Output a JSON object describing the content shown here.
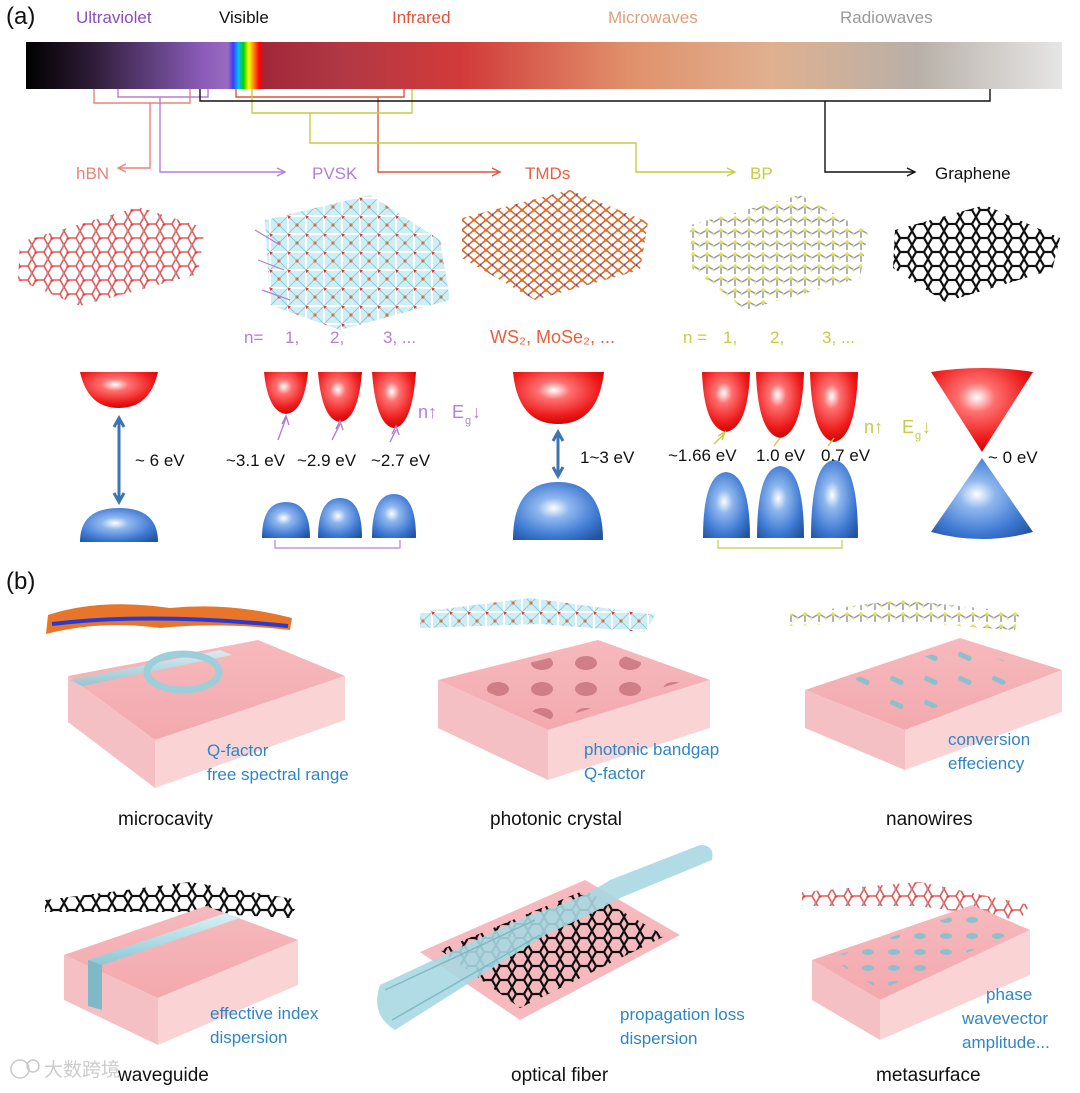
{
  "panel_a": {
    "label": "(a)",
    "spectrum": {
      "ultraviolet": "Ultraviolet",
      "visible": "Visible",
      "infrared": "Infrared",
      "microwaves": "Microwaves",
      "radiowaves": "Radiowaves"
    },
    "materials": {
      "hbn": "hBN",
      "pvsk": "PVSK",
      "tmds": "TMDs",
      "bp": "BP",
      "graphene": "Graphene"
    },
    "pvsk_n": [
      "n=",
      "1,",
      "2,",
      "3, ..."
    ],
    "tmd_examples": "WS₂, MoSe₂, ...",
    "bp_n": [
      "n =",
      "1,",
      "2,",
      "3, ..."
    ],
    "bandgaps": {
      "hbn": "~ 6 eV",
      "pvsk": [
        "~3.1 eV",
        "~2.9 eV",
        "~2.7 eV"
      ],
      "tmds": "1~3 eV",
      "bp": [
        "~1.66 eV",
        "1.0 eV",
        "0.7 eV"
      ],
      "graphene": "~ 0 eV"
    },
    "trend_pvsk": {
      "n": "n↑",
      "e": "E",
      "sub": "g",
      "arrow": "↓"
    },
    "trend_bp": {
      "n": "n↑",
      "e": "E",
      "sub": "g",
      "arrow": "↓"
    }
  },
  "panel_b": {
    "label": "(b)",
    "devices": [
      {
        "name": "microcavity",
        "metrics": [
          "Q-factor",
          "free spectral range"
        ]
      },
      {
        "name": "photonic crystal",
        "metrics": [
          "photonic bandgap",
          "Q-factor"
        ]
      },
      {
        "name": "nanowires",
        "metrics": [
          "conversion",
          "effeciency"
        ]
      },
      {
        "name": "waveguide",
        "metrics": [
          "effective index",
          "dispersion"
        ]
      },
      {
        "name": "optical fiber",
        "metrics": [
          "propagation loss",
          "dispersion"
        ]
      },
      {
        "name": "metasurface",
        "metrics": [
          "phase",
          "wavevector",
          "amplitude..."
        ]
      }
    ]
  },
  "watermark": "大数跨境",
  "colors": {
    "uv": "#8a4fbf",
    "visible": "#111111",
    "ir": "#e0553a",
    "mw": "#e0a07a",
    "rw": "#9a9a9a",
    "hbn": "#e8847a",
    "pvsk": "#b57fd6",
    "tmds": "#e8603e",
    "bp": "#c6cc44",
    "graphene": "#111111",
    "metric": "#2f86c4",
    "cb": "#e41b1b",
    "vb": "#2f6fc4"
  }
}
